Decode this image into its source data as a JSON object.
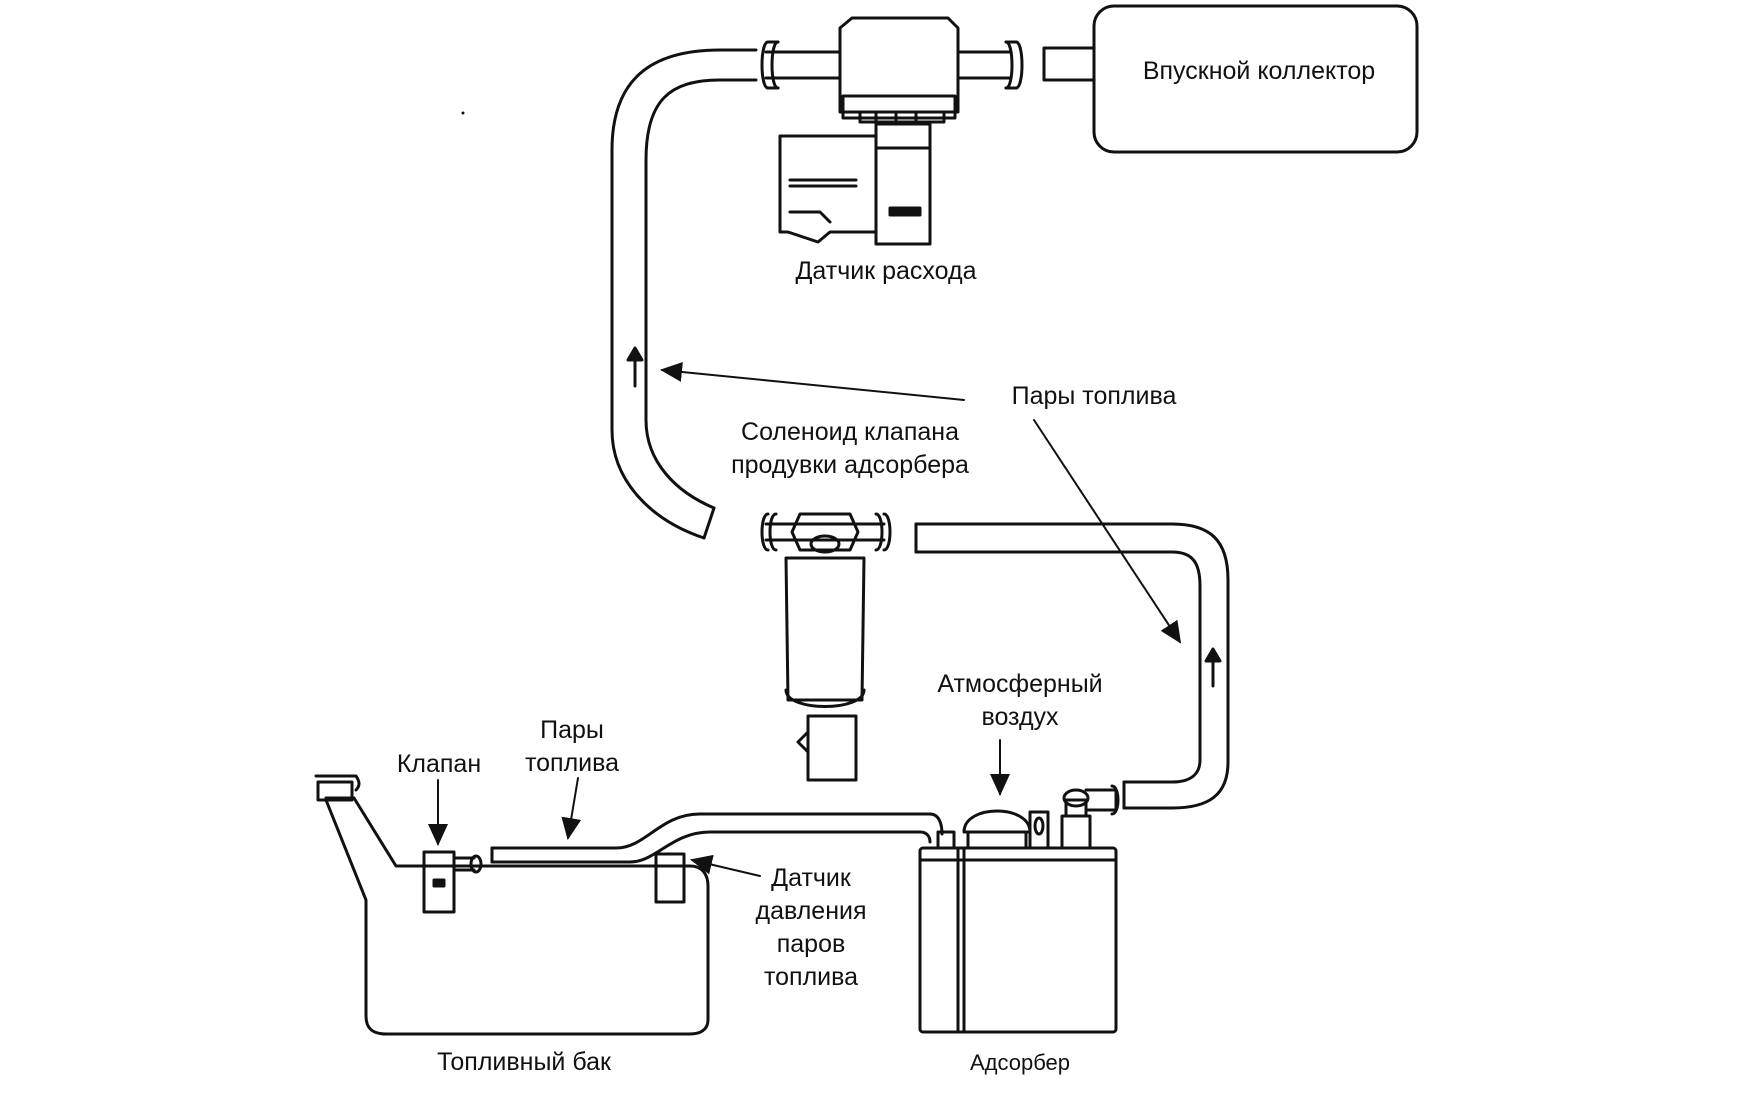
{
  "labels": {
    "intake_manifold": "Впускной коллектор",
    "flow_sensor": "Датчик расхода",
    "fuel_vapors_top": "Пары топлива",
    "solenoid_line1": "Соленоид клапана",
    "solenoid_line2": "продувки адсорбера",
    "atmospheric_line1": "Атмосферный",
    "atmospheric_line2": "воздух",
    "valve": "Клапан",
    "fuel_vapors_bottom_line1": "Пары",
    "fuel_vapors_bottom_line2": "топлива",
    "pressure_sensor_line1": "Датчик",
    "pressure_sensor_line2": "давления",
    "pressure_sensor_line3": "паров",
    "pressure_sensor_line4": "топлива",
    "fuel_tank": "Топливный бак",
    "canister": "Адсорбер"
  },
  "colors": {
    "line": "#111111",
    "fill": "#ffffff"
  }
}
